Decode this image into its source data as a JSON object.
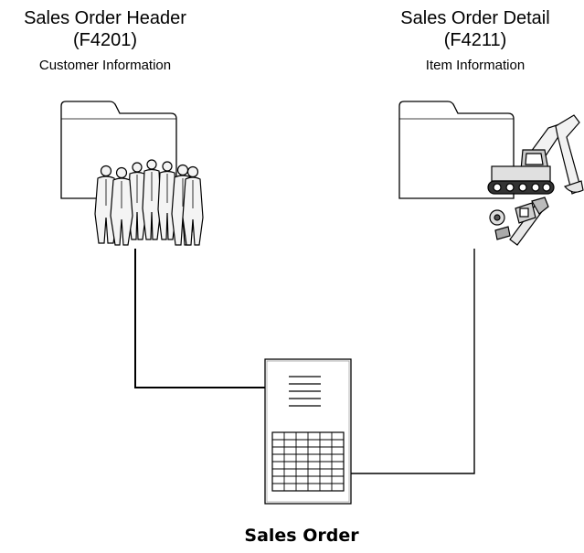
{
  "left_table": {
    "title": "Sales Order Header",
    "code": "(F4201)",
    "caption": "Customer Information"
  },
  "right_table": {
    "title": "Sales Order Detail",
    "code": "(F4211)",
    "caption": "Item Information"
  },
  "result": {
    "title": "Sales Order"
  },
  "icons": {
    "left_folder": "folder-icon",
    "people": "business-people-icon",
    "right_folder": "folder-icon",
    "excavator": "excavator-icon",
    "parts": "parts-icon",
    "document": "document-icon"
  }
}
